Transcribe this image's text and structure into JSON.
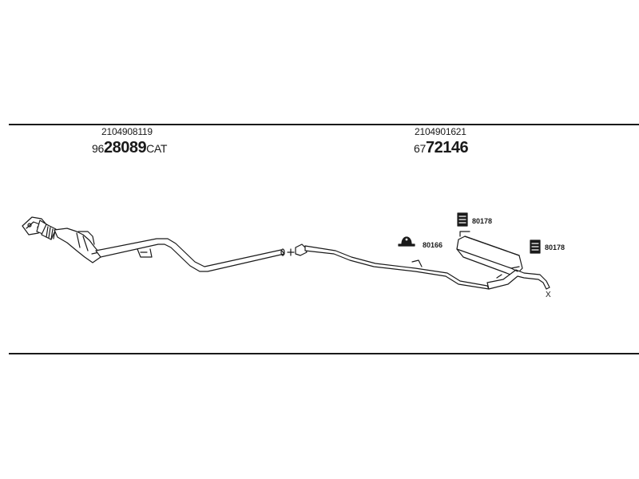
{
  "left_group": {
    "part_number": "2104908119",
    "code_prefix": "96",
    "code_main": "28089",
    "code_suffix": "CAT"
  },
  "right_group": {
    "part_number": "2104901621",
    "code_prefix": "67",
    "code_main": "72146"
  },
  "labels": {
    "hanger_a": "80178",
    "hanger_b": "80166",
    "hanger_c": "80178",
    "end_mark": "X"
  },
  "colors": {
    "line": "#1a1a1a",
    "pipe_fill": "#ffffff"
  }
}
